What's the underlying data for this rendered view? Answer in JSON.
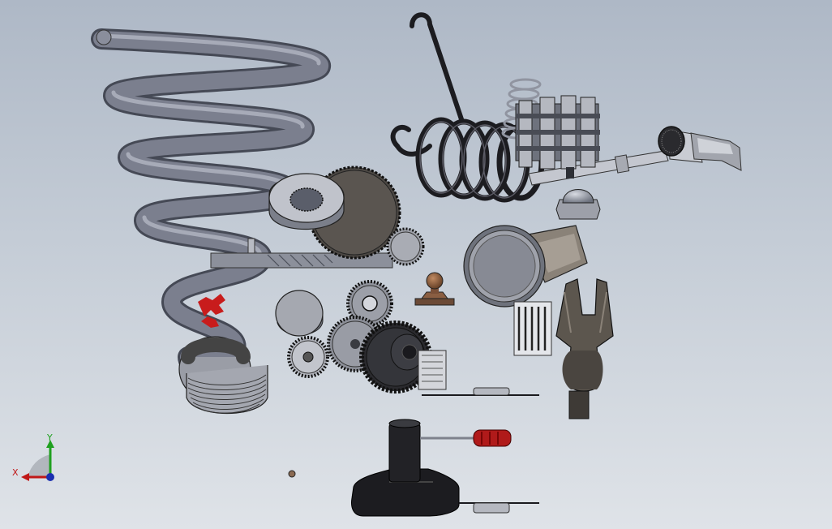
{
  "window": {
    "background_top": "#aeb8c6",
    "background_bottom": "#dfe3e8"
  },
  "triad": {
    "y_label": "Y",
    "x_label": "X",
    "y_color": "#1fa01f",
    "x_color": "#c01818",
    "z_color": "#1a2fb0"
  },
  "scene": {
    "parts": [
      "large-coil-spring",
      "hooked-torsion-spring",
      "small-compression-spring",
      "gear-cluster",
      "shaft-with-mesh-nozzle",
      "dome-nut",
      "flat-washer",
      "large-gear-disc",
      "small-spur-gear",
      "drill-bit-shaft",
      "piston-cylinder",
      "lever-knob",
      "round-puck",
      "gear-train",
      "bevel-gear",
      "threaded-sleeve",
      "fork-handle",
      "splined-bushing",
      "red-handled-screwdriver",
      "t-handle-tap-wrench",
      "threaded-pin",
      "small-bead"
    ]
  }
}
